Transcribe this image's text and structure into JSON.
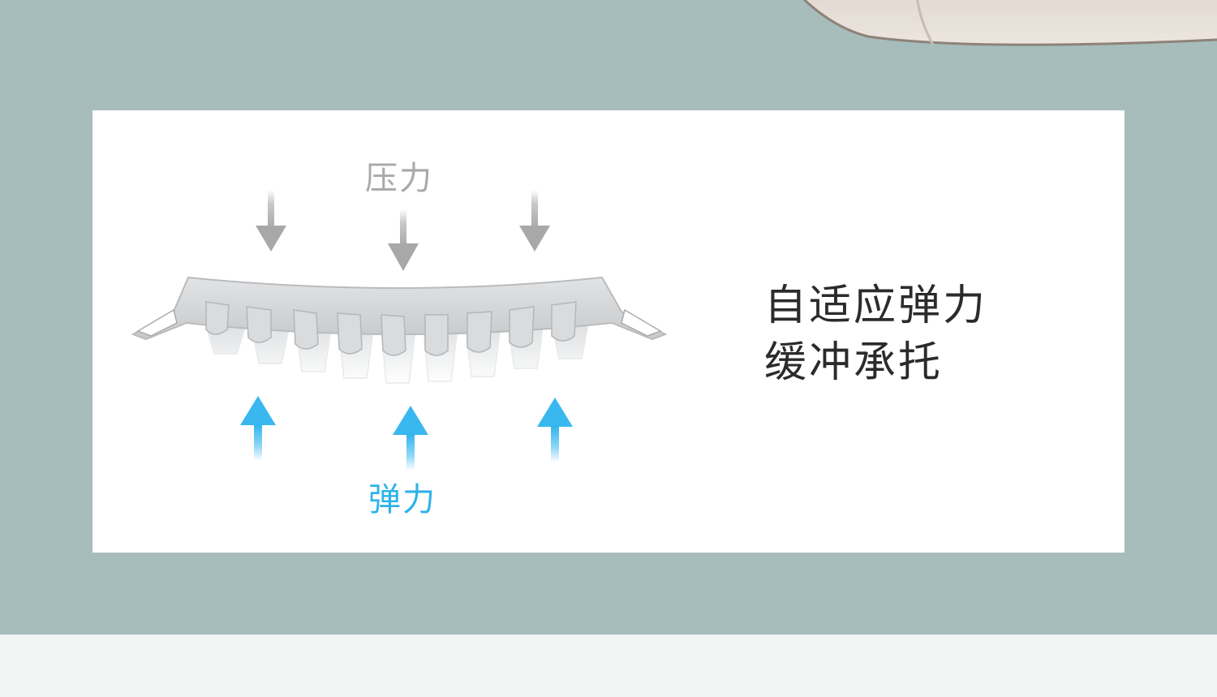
{
  "diagram": {
    "pressure_label": "压力",
    "elastic_label": "弹力",
    "pressure_arrow_color": "#a8a8a8",
    "elastic_arrow_color": "#39b8f0"
  },
  "feature": {
    "line1": "自适应弹力",
    "line2": "缓冲承托"
  },
  "colors": {
    "background": "#a6bdbc",
    "card": "#ffffff",
    "footer": "#f1f6f4"
  }
}
